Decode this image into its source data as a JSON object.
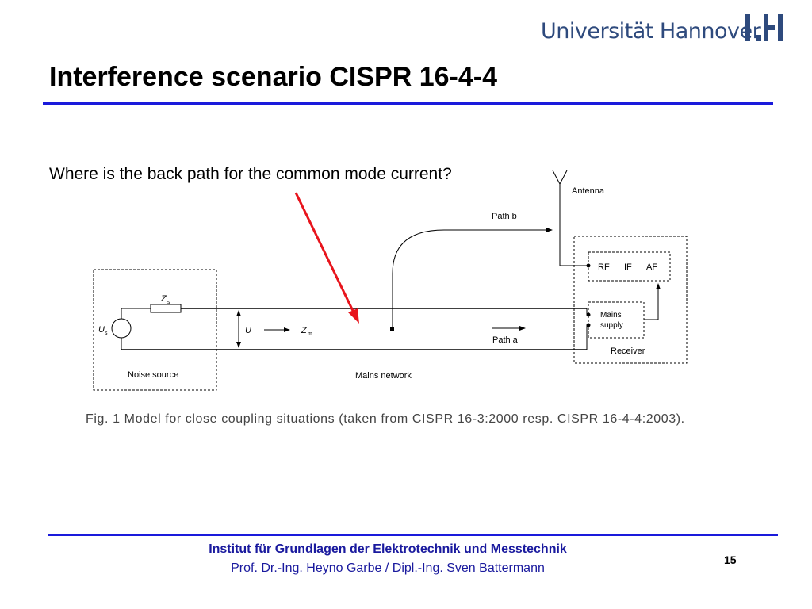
{
  "header": {
    "university": "Universität Hannover",
    "title": "Interference scenario CISPR 16-4-4"
  },
  "question": "Where is the back path for the common mode current?",
  "diagram": {
    "antenna_label": "Antenna",
    "path_b": "Path b",
    "path_a": "Path a",
    "rf": "RF",
    "if": "IF",
    "af": "AF",
    "mains_supply_line1": "Mains",
    "mains_supply_line2": "supply",
    "receiver": "Receiver",
    "noise_source": "Noise source",
    "mains_network": "Mains network",
    "zs": "Z",
    "zs_sub": "s",
    "us": "U",
    "us_sub": "s",
    "u": "U",
    "zm": "Z",
    "zm_sub": "m"
  },
  "caption": "Fig. 1 Model for close coupling situations (taken from CISPR 16-3:2000 resp. CISPR 16-4-4:2003).",
  "footer": {
    "institute": "Institut für Grundlagen der Elektrotechnik und Messtechnik",
    "authors": "Prof. Dr.-Ing. Heyno Garbe / Dipl.-Ing. Sven Battermann",
    "page": "15"
  },
  "colors": {
    "logo": "#2e4a7d",
    "rule": "#1a1adb",
    "footer_text": "#1a1a9e",
    "arrow": "#e8141c"
  }
}
